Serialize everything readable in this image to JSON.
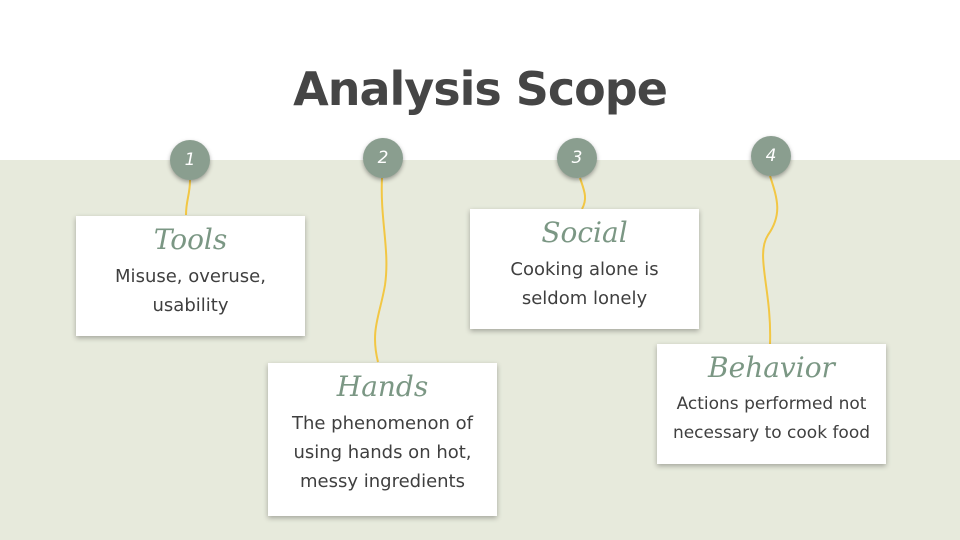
{
  "title": "Analysis Scope",
  "colors": {
    "band": "#e7eadc",
    "pin": "#8a9e8f",
    "title": "#454545",
    "card_title": "#7b9784",
    "string": "#f2c744"
  },
  "steps": [
    {
      "number": "1",
      "label": "Tools",
      "text": "Misuse, overuse, usability"
    },
    {
      "number": "2",
      "label": "Hands",
      "text": "The phenomenon of using hands on hot, messy ingredients"
    },
    {
      "number": "3",
      "label": "Social",
      "text": "Cooking alone is seldom lonely"
    },
    {
      "number": "4",
      "label": "Behavior",
      "text": "Actions performed not necessary to cook food"
    }
  ]
}
